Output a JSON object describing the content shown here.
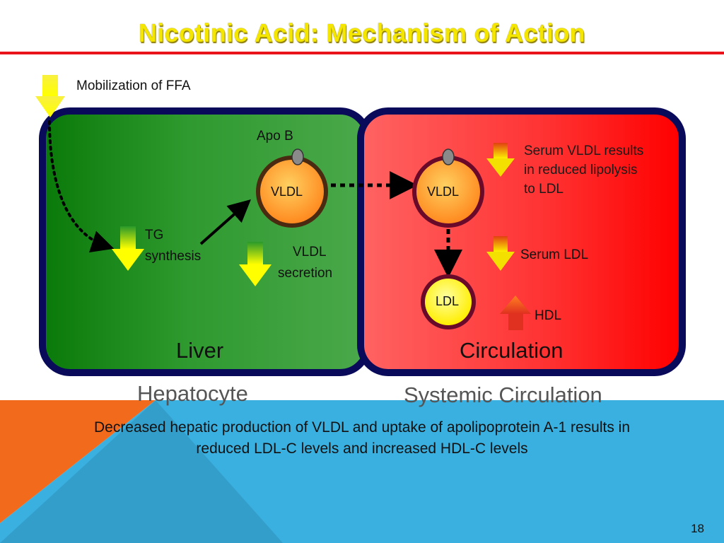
{
  "slide": {
    "title": "Nicotinic Acid: Mechanism of Action",
    "page_number": "18",
    "footer_text_line1": "Decreased hepatic production of VLDL and uptake of apolipoprotein A-1 results in",
    "footer_text_line2": "reduced LDL-C levels and increased HDL-C levels"
  },
  "diagram": {
    "mobilization_label": "Mobilization of FFA",
    "liver": {
      "title": "Liver",
      "caption": "Hepatocyte",
      "tg_line1": "TG",
      "tg_line2": "synthesis",
      "vldl_secretion_line1": "VLDL",
      "vldl_secretion_line2": "secretion",
      "apo_b": "Apo B",
      "vldl_particle": "VLDL"
    },
    "circulation": {
      "title": "Circulation",
      "caption": "Systemic Circulation",
      "vldl_particle": "VLDL",
      "ldl_particle": "LDL",
      "serum_vldl_line1": "Serum VLDL results",
      "serum_vldl_line2": "in reduced lipolysis",
      "serum_vldl_line3": "to LDL",
      "serum_ldl": "Serum LDL",
      "hdl": "HDL"
    }
  },
  "colors": {
    "title": "#f5e600",
    "rule": "#e8131b",
    "liver_panel": "#2f9a2f",
    "circulation_panel": "#ff3030",
    "panel_border": "#0a0a5a",
    "background_orange": "#f26b1d",
    "background_blue": "#3ab0e0",
    "down_arrow": "#e8e000",
    "up_arrow": "#e04010"
  }
}
